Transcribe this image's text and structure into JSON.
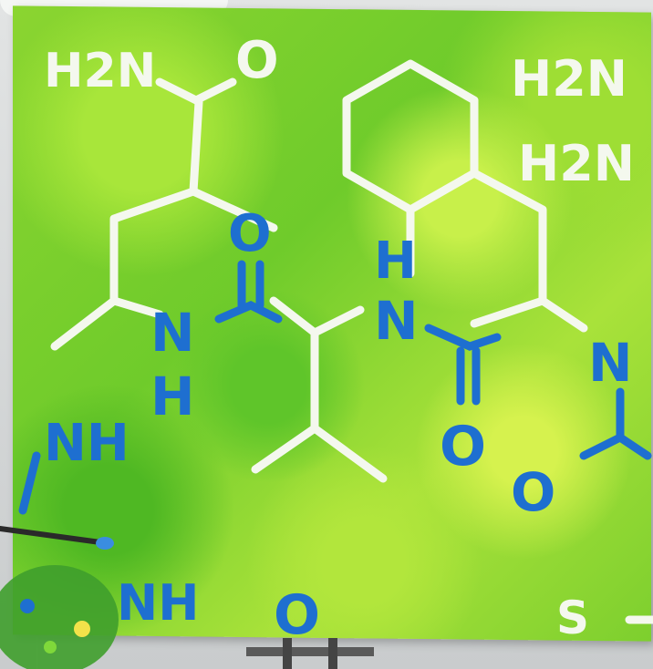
{
  "painting": {
    "subject": "chemical-structure",
    "labels": {
      "h2n_top_left": "H2N",
      "o_top_left": "O",
      "h2n_top_right_1": "H2N",
      "h2n_top_right_2": "H2N",
      "o_upper_mid": "O",
      "nh_center_left": "N",
      "nh_center_left_h": "H",
      "hn_center_h": "H",
      "hn_center_n": "N",
      "n_right": "N",
      "o_center": "O",
      "o_right": "O",
      "nh_left": "NH",
      "nh_bottom": "NH",
      "o_bottom": "O",
      "s_bottom_right": "S"
    }
  },
  "colors": {
    "canvas_green": "#8bd530",
    "white_paint": "#f4f8ee",
    "blue_paint": "#1e6fd0",
    "wall": "#d9dcdc"
  }
}
